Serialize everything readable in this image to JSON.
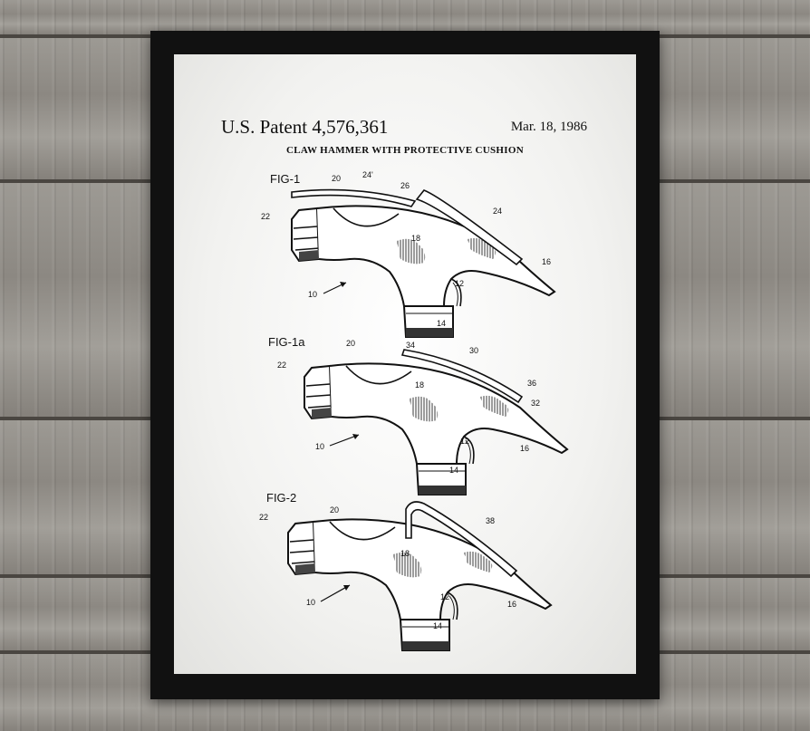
{
  "patent": {
    "number": "U.S. Patent 4,576,361",
    "date": "Mar. 18, 1986",
    "title": "CLAW HAMMER WITH PROTECTIVE CUSHION"
  },
  "figures": [
    {
      "id": "fig1",
      "label": "FIG-1",
      "parts": [
        "20",
        "24'",
        "26",
        "22",
        "24",
        "18",
        "16",
        "12",
        "10",
        "14"
      ]
    },
    {
      "id": "fig1a",
      "label": "FIG-1a",
      "parts": [
        "20",
        "34",
        "30",
        "22",
        "36",
        "18",
        "32",
        "12",
        "16",
        "10",
        "14"
      ]
    },
    {
      "id": "fig2",
      "label": "FIG-2",
      "parts": [
        "22",
        "20",
        "38",
        "18",
        "12",
        "16",
        "10",
        "14"
      ]
    }
  ],
  "colors": {
    "frame": "#111111",
    "paper": "#f4f4f2",
    "ink": "#111111",
    "wood": "#8c8882"
  }
}
